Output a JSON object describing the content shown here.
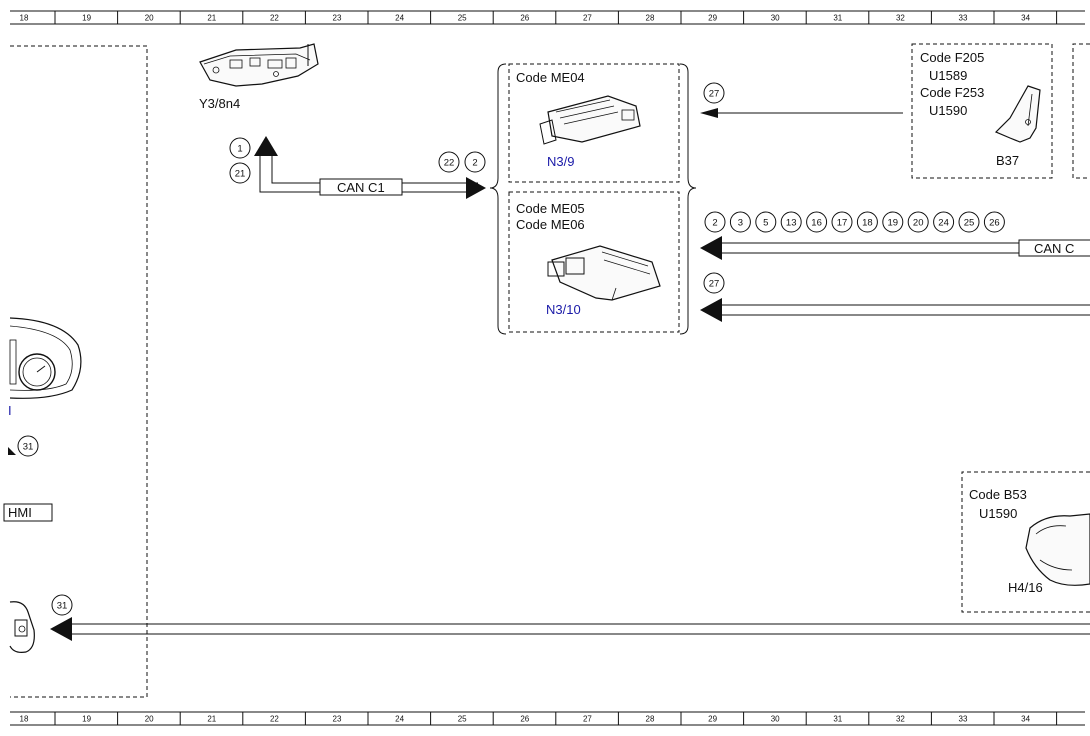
{
  "ruler": {
    "numbers": [
      "18",
      "19",
      "20",
      "21",
      "22",
      "23",
      "24",
      "25",
      "26",
      "27",
      "28",
      "29",
      "30",
      "31",
      "32",
      "33",
      "34"
    ]
  },
  "components": {
    "y3": {
      "label": "Y3/8n4"
    },
    "n3_9": {
      "codes": [
        "Code ME04"
      ],
      "label": "N3/9"
    },
    "n3_10": {
      "codes": [
        "Code ME05",
        "Code ME06"
      ],
      "label": "N3/10"
    },
    "b37": {
      "codes": [
        "Code F205",
        "U1589",
        "Code F253",
        "U1590"
      ],
      "label": "B37"
    },
    "h4_16": {
      "codes": [
        "Code B53",
        "U1590"
      ],
      "label": "H4/16"
    },
    "left_partial": {
      "label": "I",
      "bus": "HMI",
      "ref": "31"
    }
  },
  "buses": {
    "can_c1": "CAN C1",
    "can_c_right": "CAN C"
  },
  "refs": {
    "y3_up": [
      "1",
      "21"
    ],
    "to_ecu": [
      "22",
      "2"
    ],
    "b37_line": [
      "27"
    ],
    "bus_right": [
      "2",
      "3",
      "5",
      "13",
      "16",
      "17",
      "18",
      "19",
      "20",
      "24",
      "25",
      "26"
    ],
    "lower_right": [
      "27"
    ],
    "bottom_line": [
      "31"
    ]
  },
  "colors": {
    "line": "#111111",
    "label_blue": "#1a1aa8"
  }
}
